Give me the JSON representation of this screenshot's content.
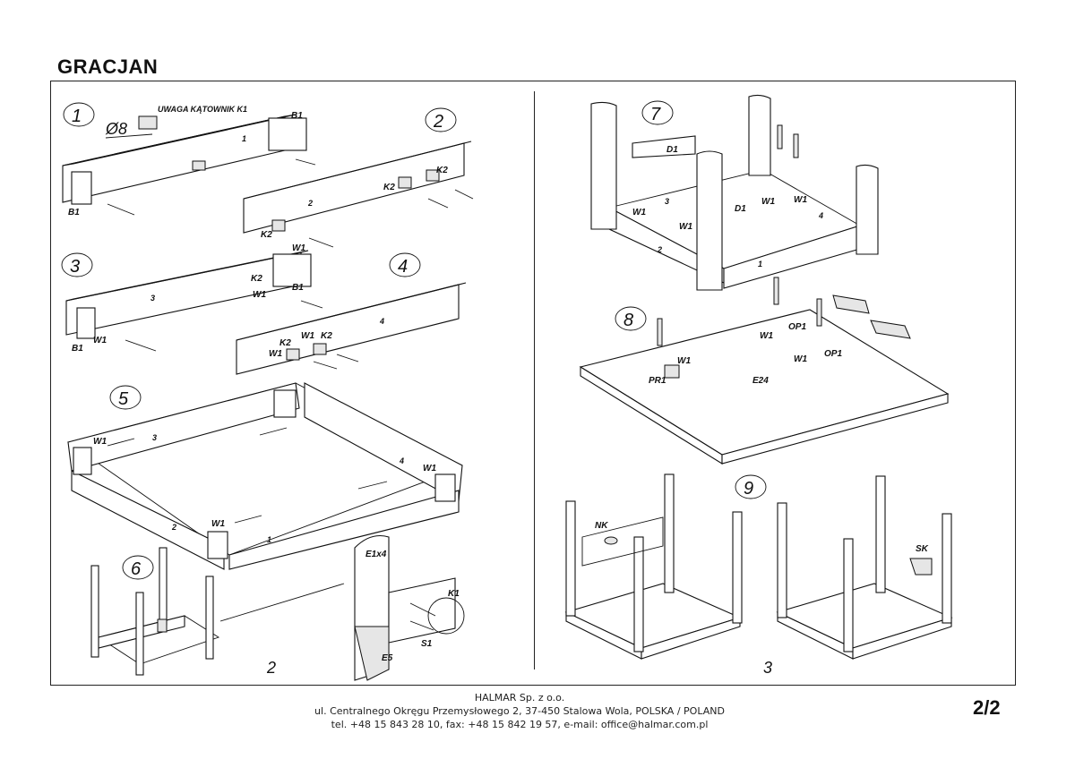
{
  "header": {
    "title": "GRACJAN"
  },
  "steps": {
    "s1": "1",
    "s2": "2",
    "s3": "3",
    "s4": "4",
    "s5": "5",
    "s6": "6",
    "s7": "7",
    "s8": "8",
    "s9": "9"
  },
  "labels": {
    "warning": "UWAGA KĄTOWNIK K1",
    "phi8": "Ø8",
    "k1_big": "K1",
    "b1": "B1",
    "k2": "K2",
    "w1": "W1",
    "k1": "K1",
    "s1": "S1",
    "d1": "D1",
    "op1": "OP1",
    "pr1": "PR1",
    "e24": "E24",
    "e1x4": "E1x4",
    "e5": "E5",
    "nk": "NK",
    "sk": "SK",
    "panel1": "1",
    "panel2": "2",
    "panel3": "3",
    "panel4": "4",
    "people_left": "2",
    "people_right": "3"
  },
  "footer": {
    "company": "HALMAR Sp. z o.o.",
    "address": "ul. Centralnego Okręgu Przemysłowego 2, 37-450 Stalowa Wola, POLSKA / POLAND",
    "contact": "tel. +48 15 843 28 10, fax: +48 15 842 19 57, e-mail: office@halmar.com.pl",
    "page": "2/2"
  }
}
